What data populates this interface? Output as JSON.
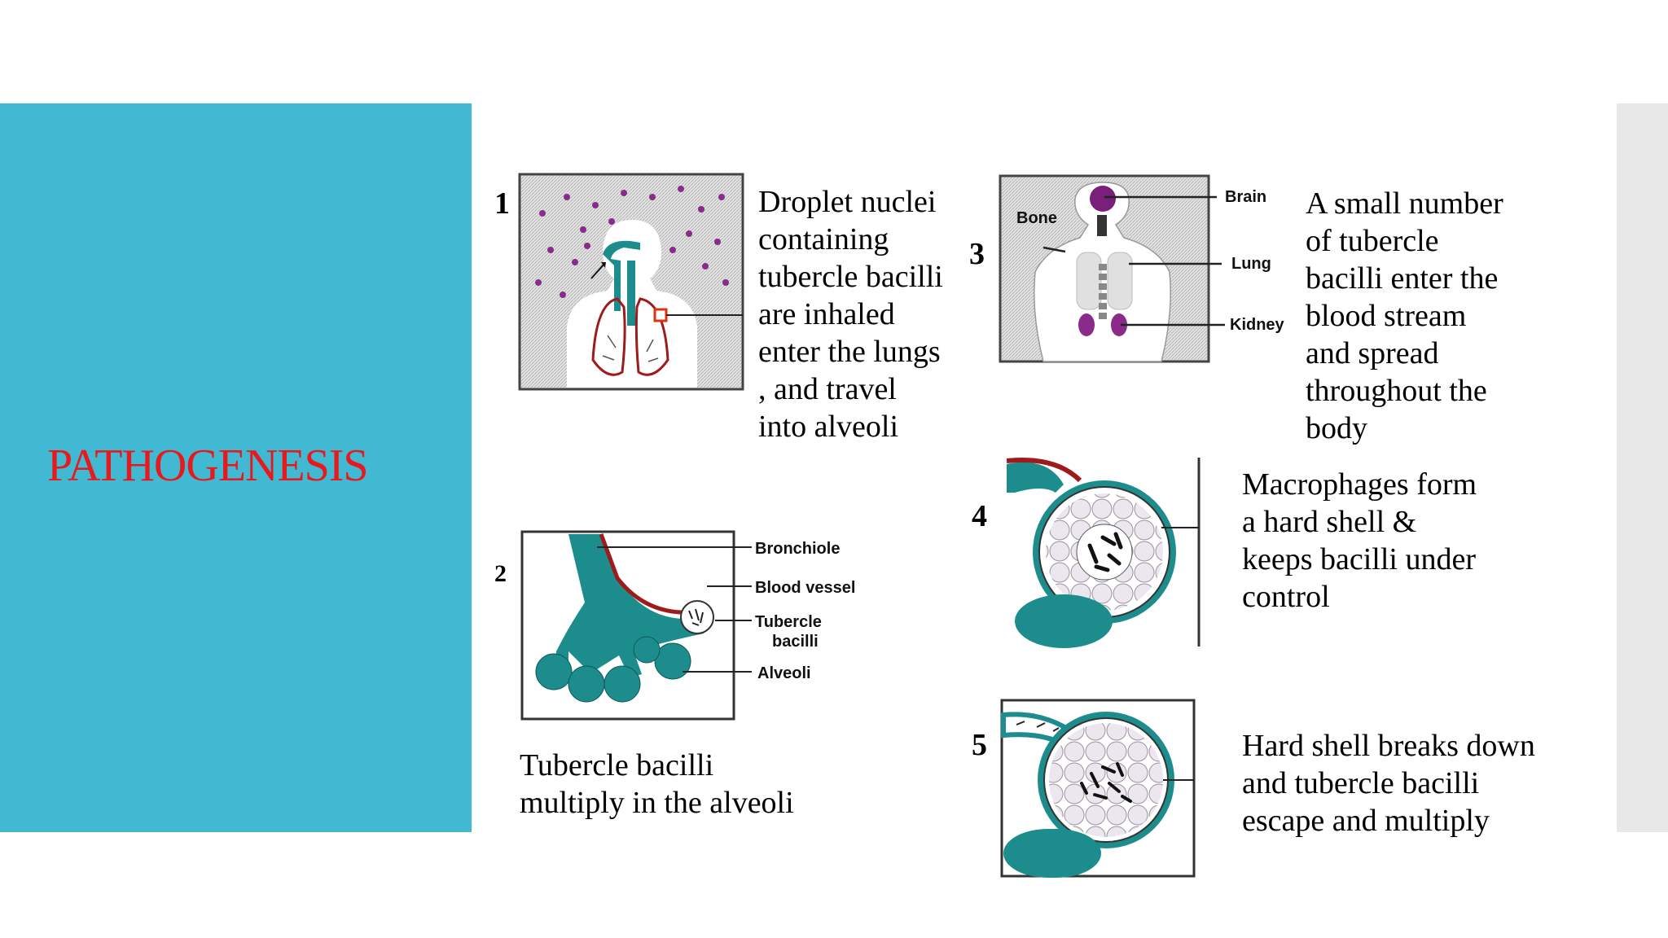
{
  "slide": {
    "title": "PATHOGENESIS",
    "steps": [
      {
        "number": "1",
        "text": "Droplet nuclei\ncontaining\ntubercle bacilli\nare inhaled\nenter the lungs\n, and travel\ninto alveoli"
      },
      {
        "number": "2",
        "text": "Tubercle bacilli\nmultiply in the alveoli",
        "labels": [
          "Bronchiole",
          "Blood vessel",
          "Tubercle",
          "bacilli",
          "Alveoli"
        ]
      },
      {
        "number": "3",
        "text": "A small number\nof tubercle\nbacilli enter the\nblood stream\nand spread\nthroughout the\nbody",
        "labels": [
          "Brain",
          "Bone",
          "Lung",
          "Kidney"
        ]
      },
      {
        "number": "4",
        "text": "Macrophages form\na hard shell &\nkeeps bacilli under\ncontrol"
      },
      {
        "number": "5",
        "text": "Hard shell breaks down\nand tubercle bacilli\nescape and multiply"
      }
    ]
  },
  "colors": {
    "band": "#41b9d2",
    "title": "#e8191c",
    "teal": "#1d8c8c",
    "blood": "#9e1b1b",
    "purple": "#8a2a8a"
  }
}
